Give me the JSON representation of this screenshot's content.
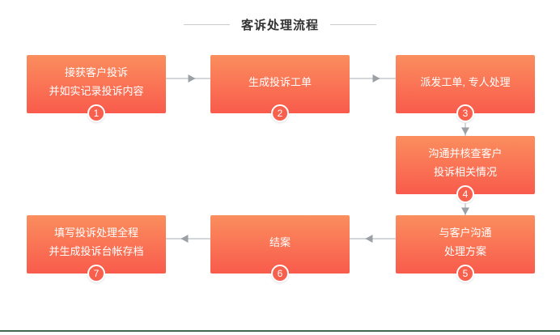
{
  "page": {
    "title": "客诉处理流程"
  },
  "flowchart": {
    "steps": [
      {
        "number": "1",
        "text": "接获客户投诉\n并如实记录投诉内容"
      },
      {
        "number": "2",
        "text": "生成投诉工单"
      },
      {
        "number": "3",
        "text": "派发工单, 专人处理"
      },
      {
        "number": "4",
        "text": "沟通并核查客户\n投诉相关情况"
      },
      {
        "number": "5",
        "text": "与客户沟通\n处理方案"
      },
      {
        "number": "6",
        "text": "结案"
      },
      {
        "number": "7",
        "text": "填写投诉处理全程\n并生成投诉台帐存档"
      }
    ],
    "connections": [
      {
        "from": "1",
        "to": "2",
        "direction": "right"
      },
      {
        "from": "2",
        "to": "3",
        "direction": "right"
      },
      {
        "from": "3",
        "to": "4",
        "direction": "down"
      },
      {
        "from": "4",
        "to": "5",
        "direction": "down"
      },
      {
        "from": "5",
        "to": "6",
        "direction": "left"
      },
      {
        "from": "6",
        "to": "7",
        "direction": "left"
      }
    ]
  },
  "colors": {
    "box_gradient_top": "#fa8e5e",
    "box_gradient_bottom": "#f95b4c",
    "badge_bg": "#f8604e",
    "box_text": "#ffffff",
    "arrow_line": "#d4d7da",
    "arrow_head": "#9aa0a5",
    "title_color": "#333333",
    "title_rule": "#cccccc",
    "bottom_rule": "#42684f"
  }
}
